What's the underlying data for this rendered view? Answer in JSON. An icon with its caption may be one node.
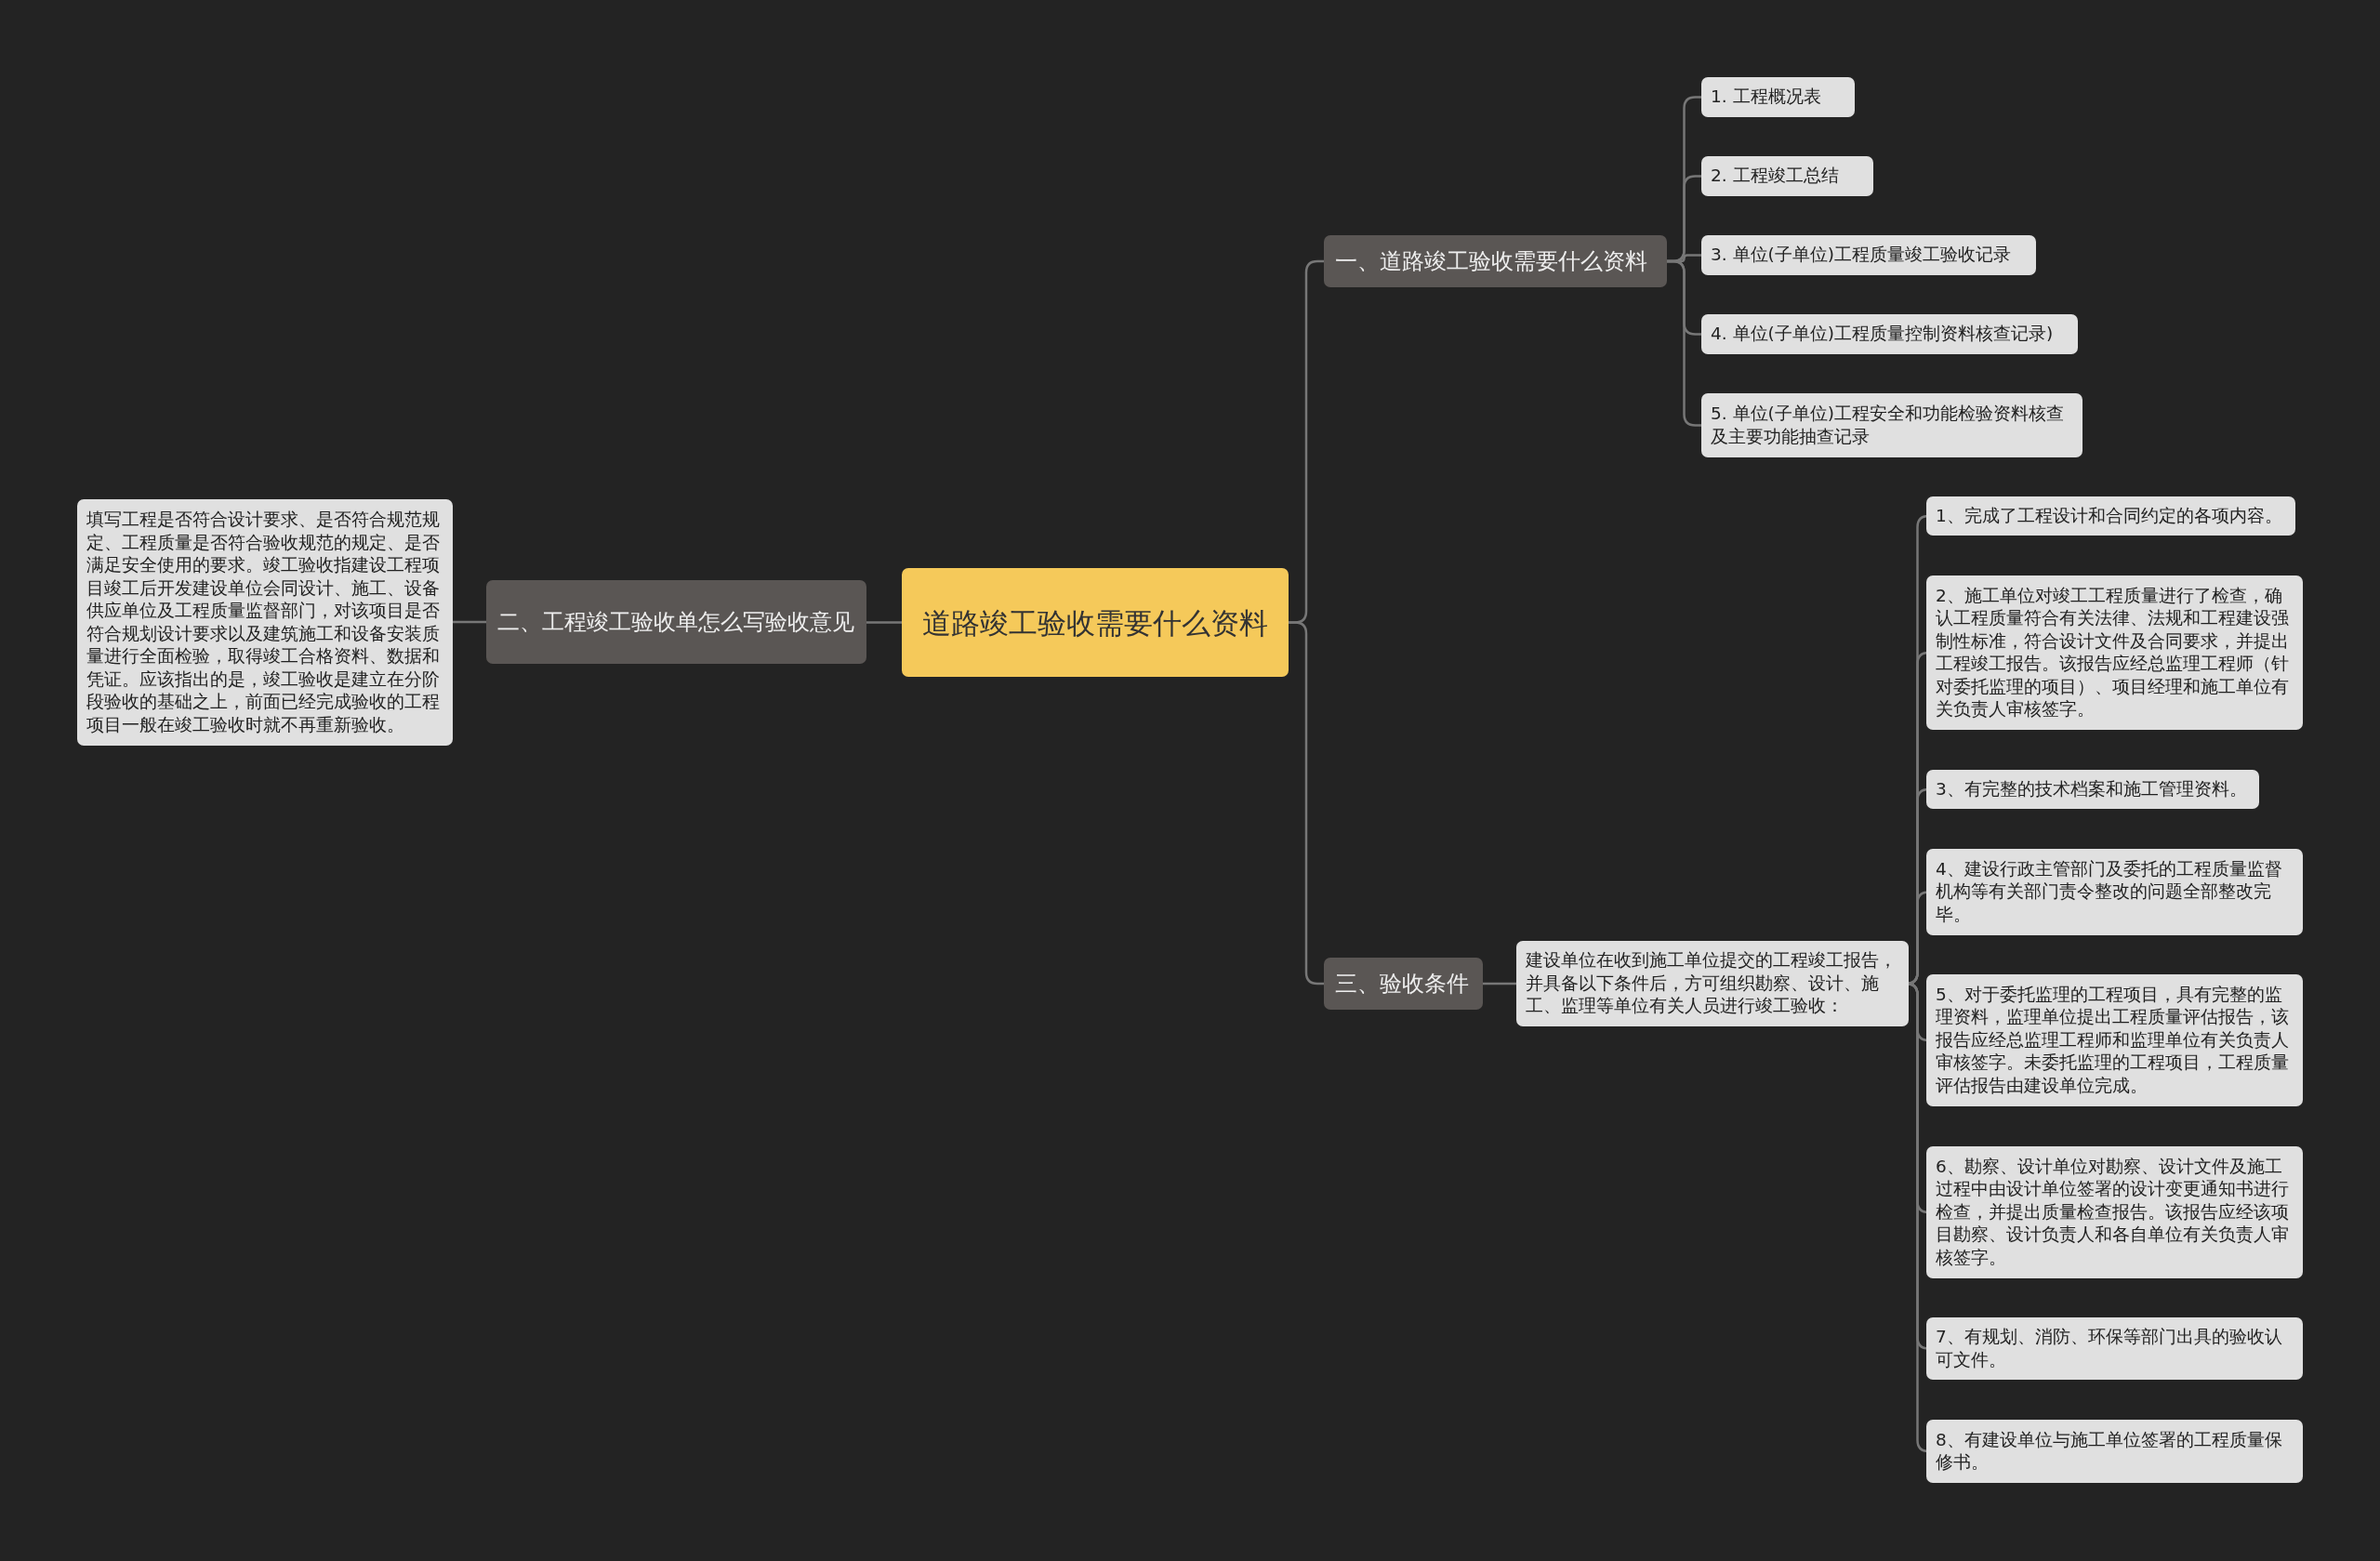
{
  "diagram": {
    "nodes": [
      {
        "text": [
          "道路竣工验收需要什么资料"
        ]
      },
      {
        "text": [
          "一、道路竣工验收需要什么资料"
        ]
      },
      {
        "text": [
          "1. 工程概况表"
        ]
      },
      {
        "text": [
          "2. 工程竣工总结"
        ]
      },
      {
        "text": [
          "3. 单位(子单位)工程质量竣工验收记录"
        ]
      },
      {
        "text": [
          "4. 单位(子单位)工程质量控制资料核查记录)"
        ]
      },
      {
        "text": [
          "5. 单位(子单位)工程安全和功能检验资料核查及主要功能抽查记录"
        ]
      },
      {
        "text": [
          "二、工程竣工验收单怎么写验收意见"
        ]
      },
      {
        "text": [
          "填写工程是否符合设计要求、是否符合规范规定、工程质量是否符合验收规范的规定、是否满足安全使用的要求。竣工验收指建设工程项目竣工后开发建设单位会同设计、施工、设备供应单位及工程质量监督部门，对该项目是否符合规划设计要求以及建筑施工和设备安装质量进行全面检验，取得竣工合格资料、数据和凭证。应该指出的是，竣工验收是建立在分阶段验收的基础之上，前面已经完成验收的工程项目一般在竣工验收时就不再重新验收。"
        ]
      },
      {
        "text": [
          "三、验收条件"
        ]
      },
      {
        "text": [
          "建设单位在收到施工单位提交的工程竣工报告，并具备以下条件后，方可组织勘察、设计、施工、监理等单位有关人员进行竣工验收："
        ]
      },
      {
        "text": [
          "1、完成了工程设计和合同约定的各项内容。"
        ]
      },
      {
        "text": [
          "2、施工单位对竣工工程质量进行了检查，确认工程质量符合有关法律、法规和工程建设强制性标准，符合设计文件及合同要求，并提出工程竣工报告。该报告应经总监理工程师（针对委托监理的项目）、项目经理和施工单位有关负责人审核签字。"
        ]
      },
      {
        "text": [
          "3、有完整的技术档案和施工管理资料。"
        ]
      },
      {
        "text": [
          "4、建设行政主管部门及委托的工程质量监督机构等有关部门责令整改的问题全部整改完毕。"
        ]
      },
      {
        "text": [
          "5、对于委托监理的工程项目，具有完整的监理资料，监理单位提出工程质量评估报告，该报告应经总监理工程师和监理单位有关负责人审核签字。未委托监理的工程项目，工程质量评估报告由建设单位完成。"
        ]
      },
      {
        "text": [
          "6、勘察、设计单位对勘察、设计文件及施工过程中由设计单位签署的设计变更通知书进行检查，并提出质量检查报告。该报告应经该项目勘察、设计负责人和各自单位有关负责人审核签字。"
        ]
      },
      {
        "text": [
          "7、有规划、消防、环保等部门出具的验收认可文件。"
        ]
      },
      {
        "text": [
          "8、有建设单位与施工单位签署的工程质量保修书。"
        ]
      }
    ],
    "edges": [
      {
        "from": 0,
        "to": 1,
        "arrow": "none"
      },
      {
        "from": 1,
        "to": 2,
        "arrow": "none"
      },
      {
        "from": 1,
        "to": 3,
        "arrow": "none"
      },
      {
        "from": 1,
        "to": 4,
        "arrow": "none"
      },
      {
        "from": 1,
        "to": 5,
        "arrow": "none"
      },
      {
        "from": 1,
        "to": 6,
        "arrow": "none"
      },
      {
        "from": 0,
        "to": 7,
        "arrow": "none"
      },
      {
        "from": 7,
        "to": 8,
        "arrow": "none"
      },
      {
        "from": 0,
        "to": 9,
        "arrow": "none"
      },
      {
        "from": 9,
        "to": 10,
        "arrow": "none"
      },
      {
        "from": 10,
        "to": 11,
        "arrow": "none"
      },
      {
        "from": 10,
        "to": 12,
        "arrow": "none"
      },
      {
        "from": 10,
        "to": 13,
        "arrow": "none"
      },
      {
        "from": 10,
        "to": 14,
        "arrow": "none"
      },
      {
        "from": 10,
        "to": 15,
        "arrow": "none"
      },
      {
        "from": 10,
        "to": 16,
        "arrow": "none"
      },
      {
        "from": 10,
        "to": 17,
        "arrow": "none"
      },
      {
        "from": 10,
        "to": 18,
        "arrow": "none"
      }
    ]
  }
}
